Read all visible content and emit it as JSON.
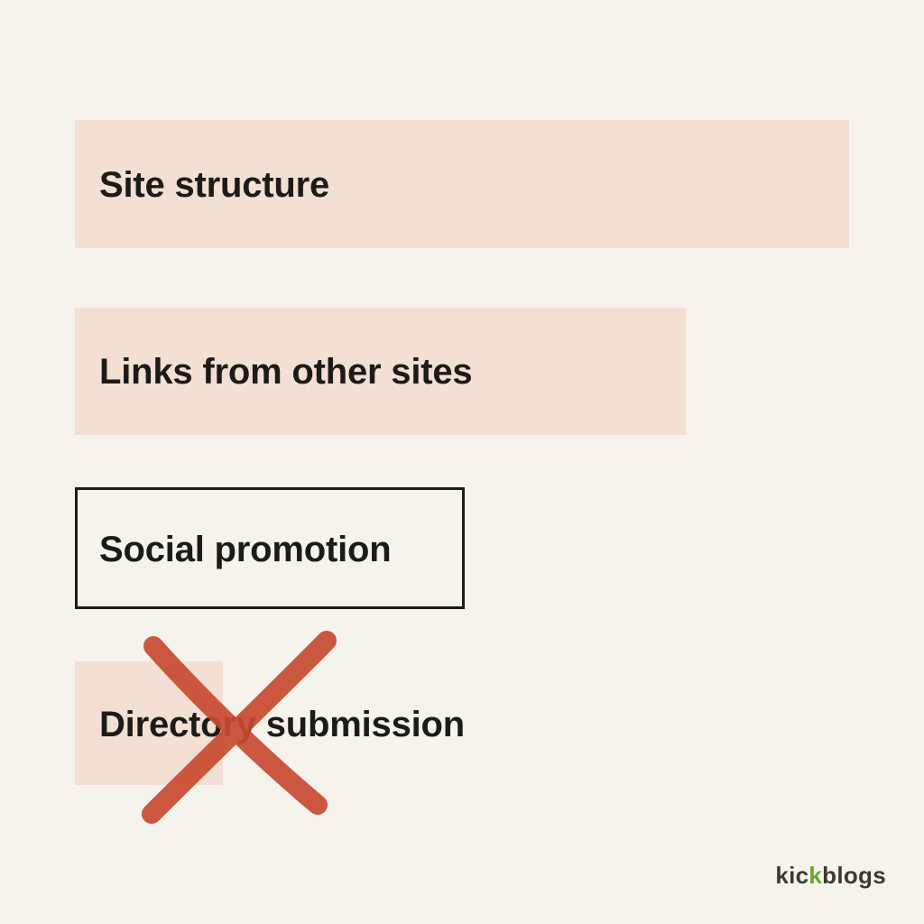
{
  "items": [
    {
      "label": "Site structure",
      "style": "filled"
    },
    {
      "label": "Links from other sites",
      "style": "filled"
    },
    {
      "label": "Social promotion",
      "style": "outlined"
    },
    {
      "label": "Directory submission",
      "style": "filled-crossed-out"
    }
  ],
  "brand": {
    "prefix": "kic",
    "accent": "k",
    "suffix": "blogs"
  },
  "colors": {
    "background": "#f6f2ec",
    "bar_fill": "#f3dfd4",
    "text": "#1d1a17",
    "cross": "#c94a32",
    "brand_text": "#3a3a35",
    "brand_accent": "#69a52f"
  },
  "icons": [
    "cross-out-mark-icon"
  ]
}
